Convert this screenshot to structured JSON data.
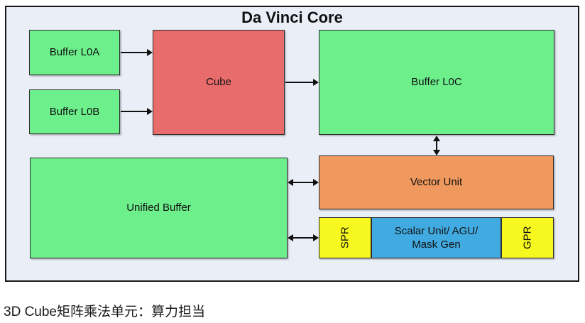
{
  "diagram": {
    "title": "Da Vinci Core",
    "background_color": "#E9EEF7",
    "border_color": "#1a1a1a",
    "blocks": {
      "buffer_l0a": {
        "label": "Buffer L0A",
        "color": "#6DF08C"
      },
      "buffer_l0b": {
        "label": "Buffer L0B",
        "color": "#6DF08C"
      },
      "cube": {
        "label": "Cube",
        "color": "#E86C6C"
      },
      "buffer_l0c": {
        "label": "Buffer L0C",
        "color": "#6DF08C"
      },
      "unified_buffer": {
        "label": "Unified Buffer",
        "color": "#6DF08C"
      },
      "vector_unit": {
        "label": "Vector Unit",
        "color": "#F0995E"
      },
      "spr": {
        "label": "SPR",
        "color": "#F8F821"
      },
      "scalar_unit": {
        "label": "Scalar Unit/ AGU/\nMask Gen",
        "color": "#41ABE1"
      },
      "gpr": {
        "label": "GPR",
        "color": "#F8F821"
      }
    },
    "connections": [
      {
        "from": "Buffer L0A",
        "to": "Cube",
        "type": "single"
      },
      {
        "from": "Buffer L0B",
        "to": "Cube",
        "type": "single"
      },
      {
        "from": "Cube",
        "to": "Buffer L0C",
        "type": "single"
      },
      {
        "from": "Buffer L0C",
        "to": "Vector Unit",
        "type": "double"
      },
      {
        "from": "Unified Buffer",
        "to": "Vector Unit",
        "type": "double"
      },
      {
        "from": "Unified Buffer",
        "to": "SPR",
        "type": "double"
      }
    ]
  },
  "caption": {
    "text": "3D Cube矩阵乘法单元：算力担当"
  }
}
